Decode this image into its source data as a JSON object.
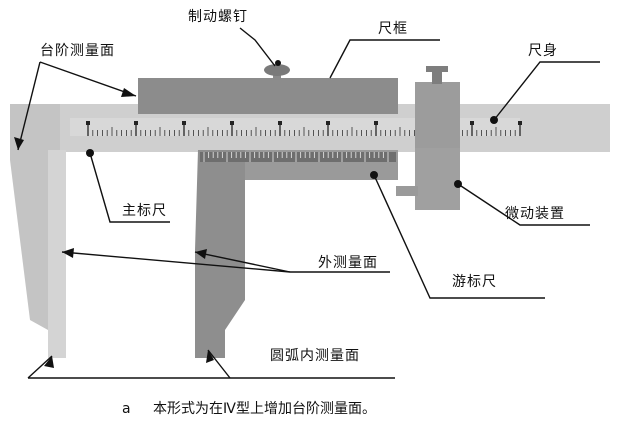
{
  "labels": {
    "clamp_screw": "制动螺钉",
    "frame": "尺框",
    "step_face": "台阶测量面",
    "main_body": "尺身",
    "main_scale": "主标尺",
    "fine_adjust": "微动装置",
    "outer_faces": "外测量面",
    "vernier": "游标尺",
    "inner_faces": "圆弧内测量面"
  },
  "caption": {
    "index": "a",
    "text": "本形式为在Ⅳ型上增加台阶测量面。"
  },
  "colors": {
    "body_fill": "#c9c9c9",
    "dark_fill": "#8a8a8a",
    "scale_fill": "#555555",
    "line": "#111111",
    "background": "#ffffff"
  }
}
